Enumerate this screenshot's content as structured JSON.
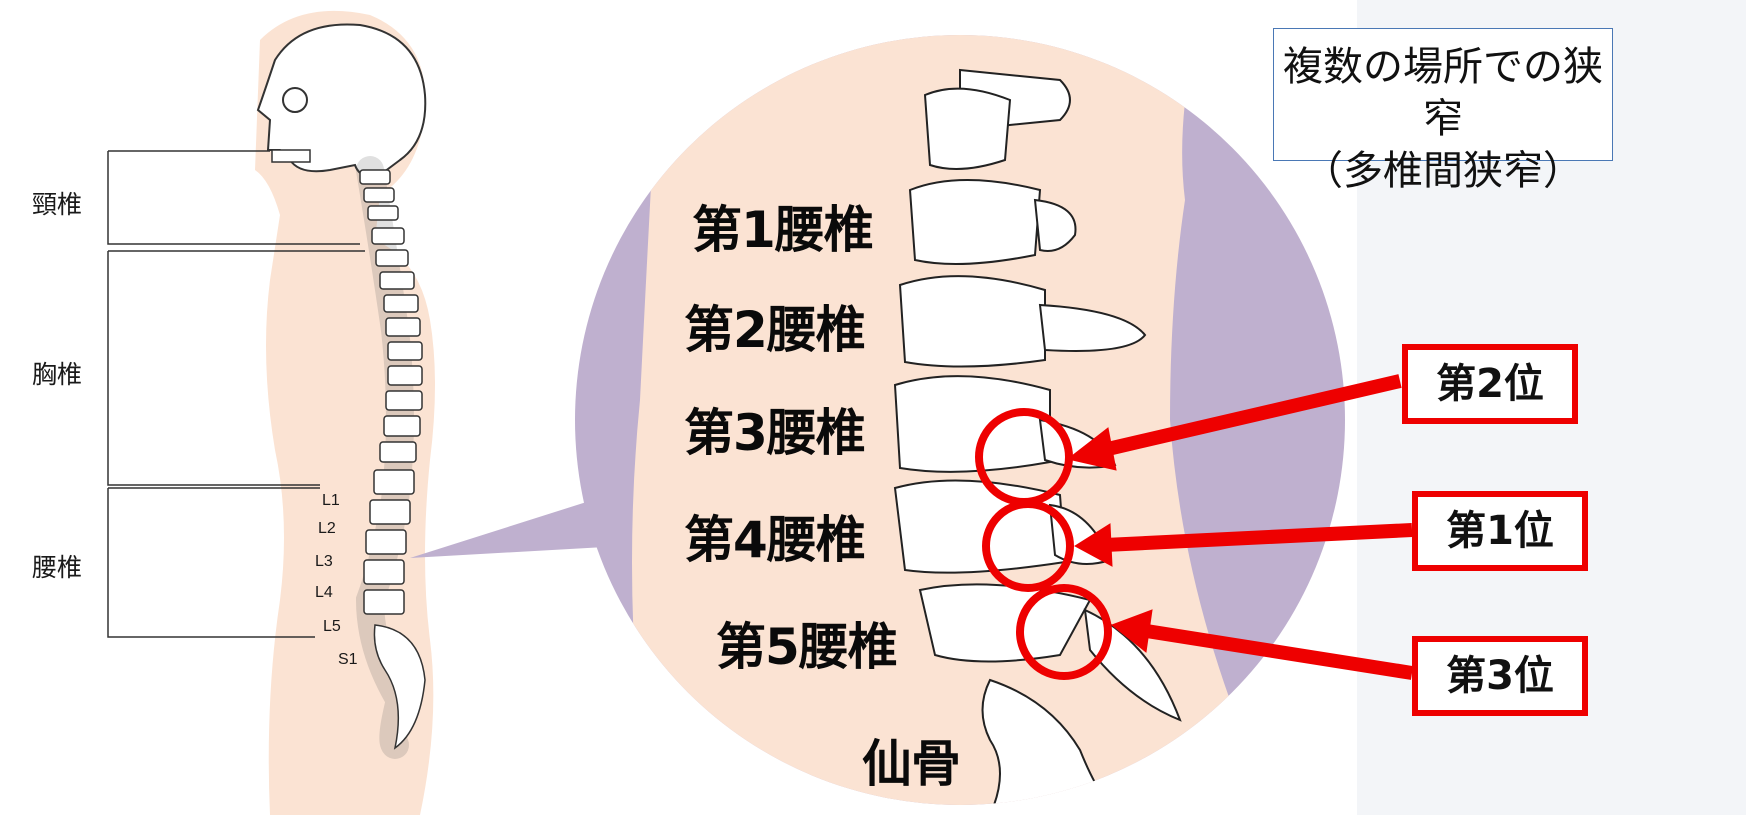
{
  "title": {
    "line1": "複数の場所での狭窄",
    "line2": "（多椎間狭窄）"
  },
  "regions": {
    "cervical": "頸椎",
    "thoracic": "胸椎",
    "lumbar": "腰椎"
  },
  "vertebra_labels": [
    "L1",
    "L2",
    "L3",
    "L4",
    "L5",
    "S1"
  ],
  "lumbar_labels": [
    "第1腰椎",
    "第2腰椎",
    "第3腰椎",
    "第4腰椎",
    "第5腰椎"
  ],
  "sacrum_label": "仙骨",
  "ranks": {
    "second": "第2位",
    "first": "第1位",
    "third": "第3位"
  },
  "colors": {
    "skin": "#fbe3d3",
    "purple": "#bfb0cf",
    "highlight_red": "#ee0000",
    "title_border": "#4a78b5"
  }
}
